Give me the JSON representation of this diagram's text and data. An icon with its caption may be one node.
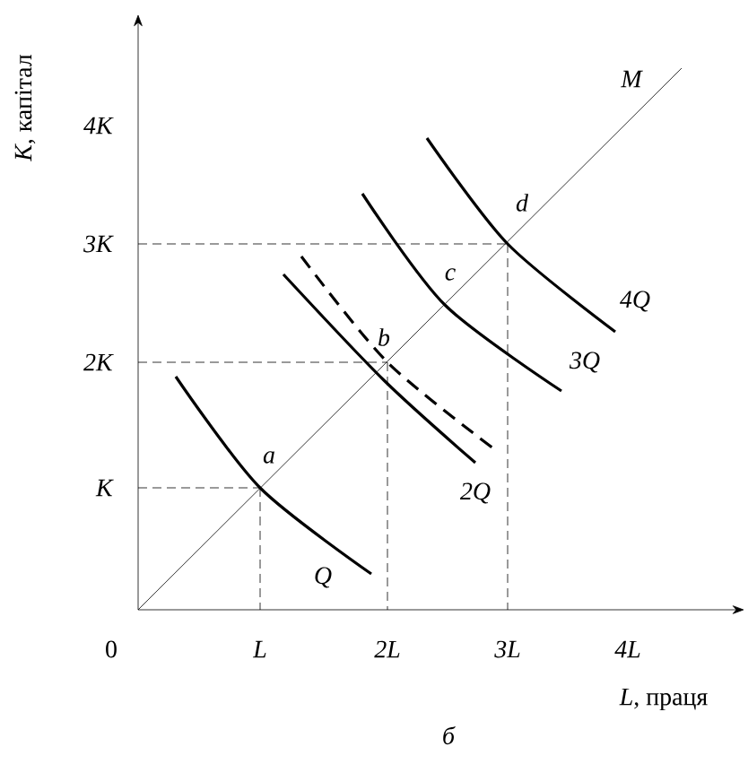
{
  "diagram": {
    "caption": "б",
    "labels": [
      "*K*, капітал",
      "4K",
      "M",
      "d",
      "3K",
      "c",
      "4Q",
      "b",
      "2K",
      "3Q",
      "a",
      "K",
      "2Q",
      "Q",
      "0",
      "L",
      "2L",
      "3L",
      "4L",
      "*L*, праця"
    ]
  }
}
